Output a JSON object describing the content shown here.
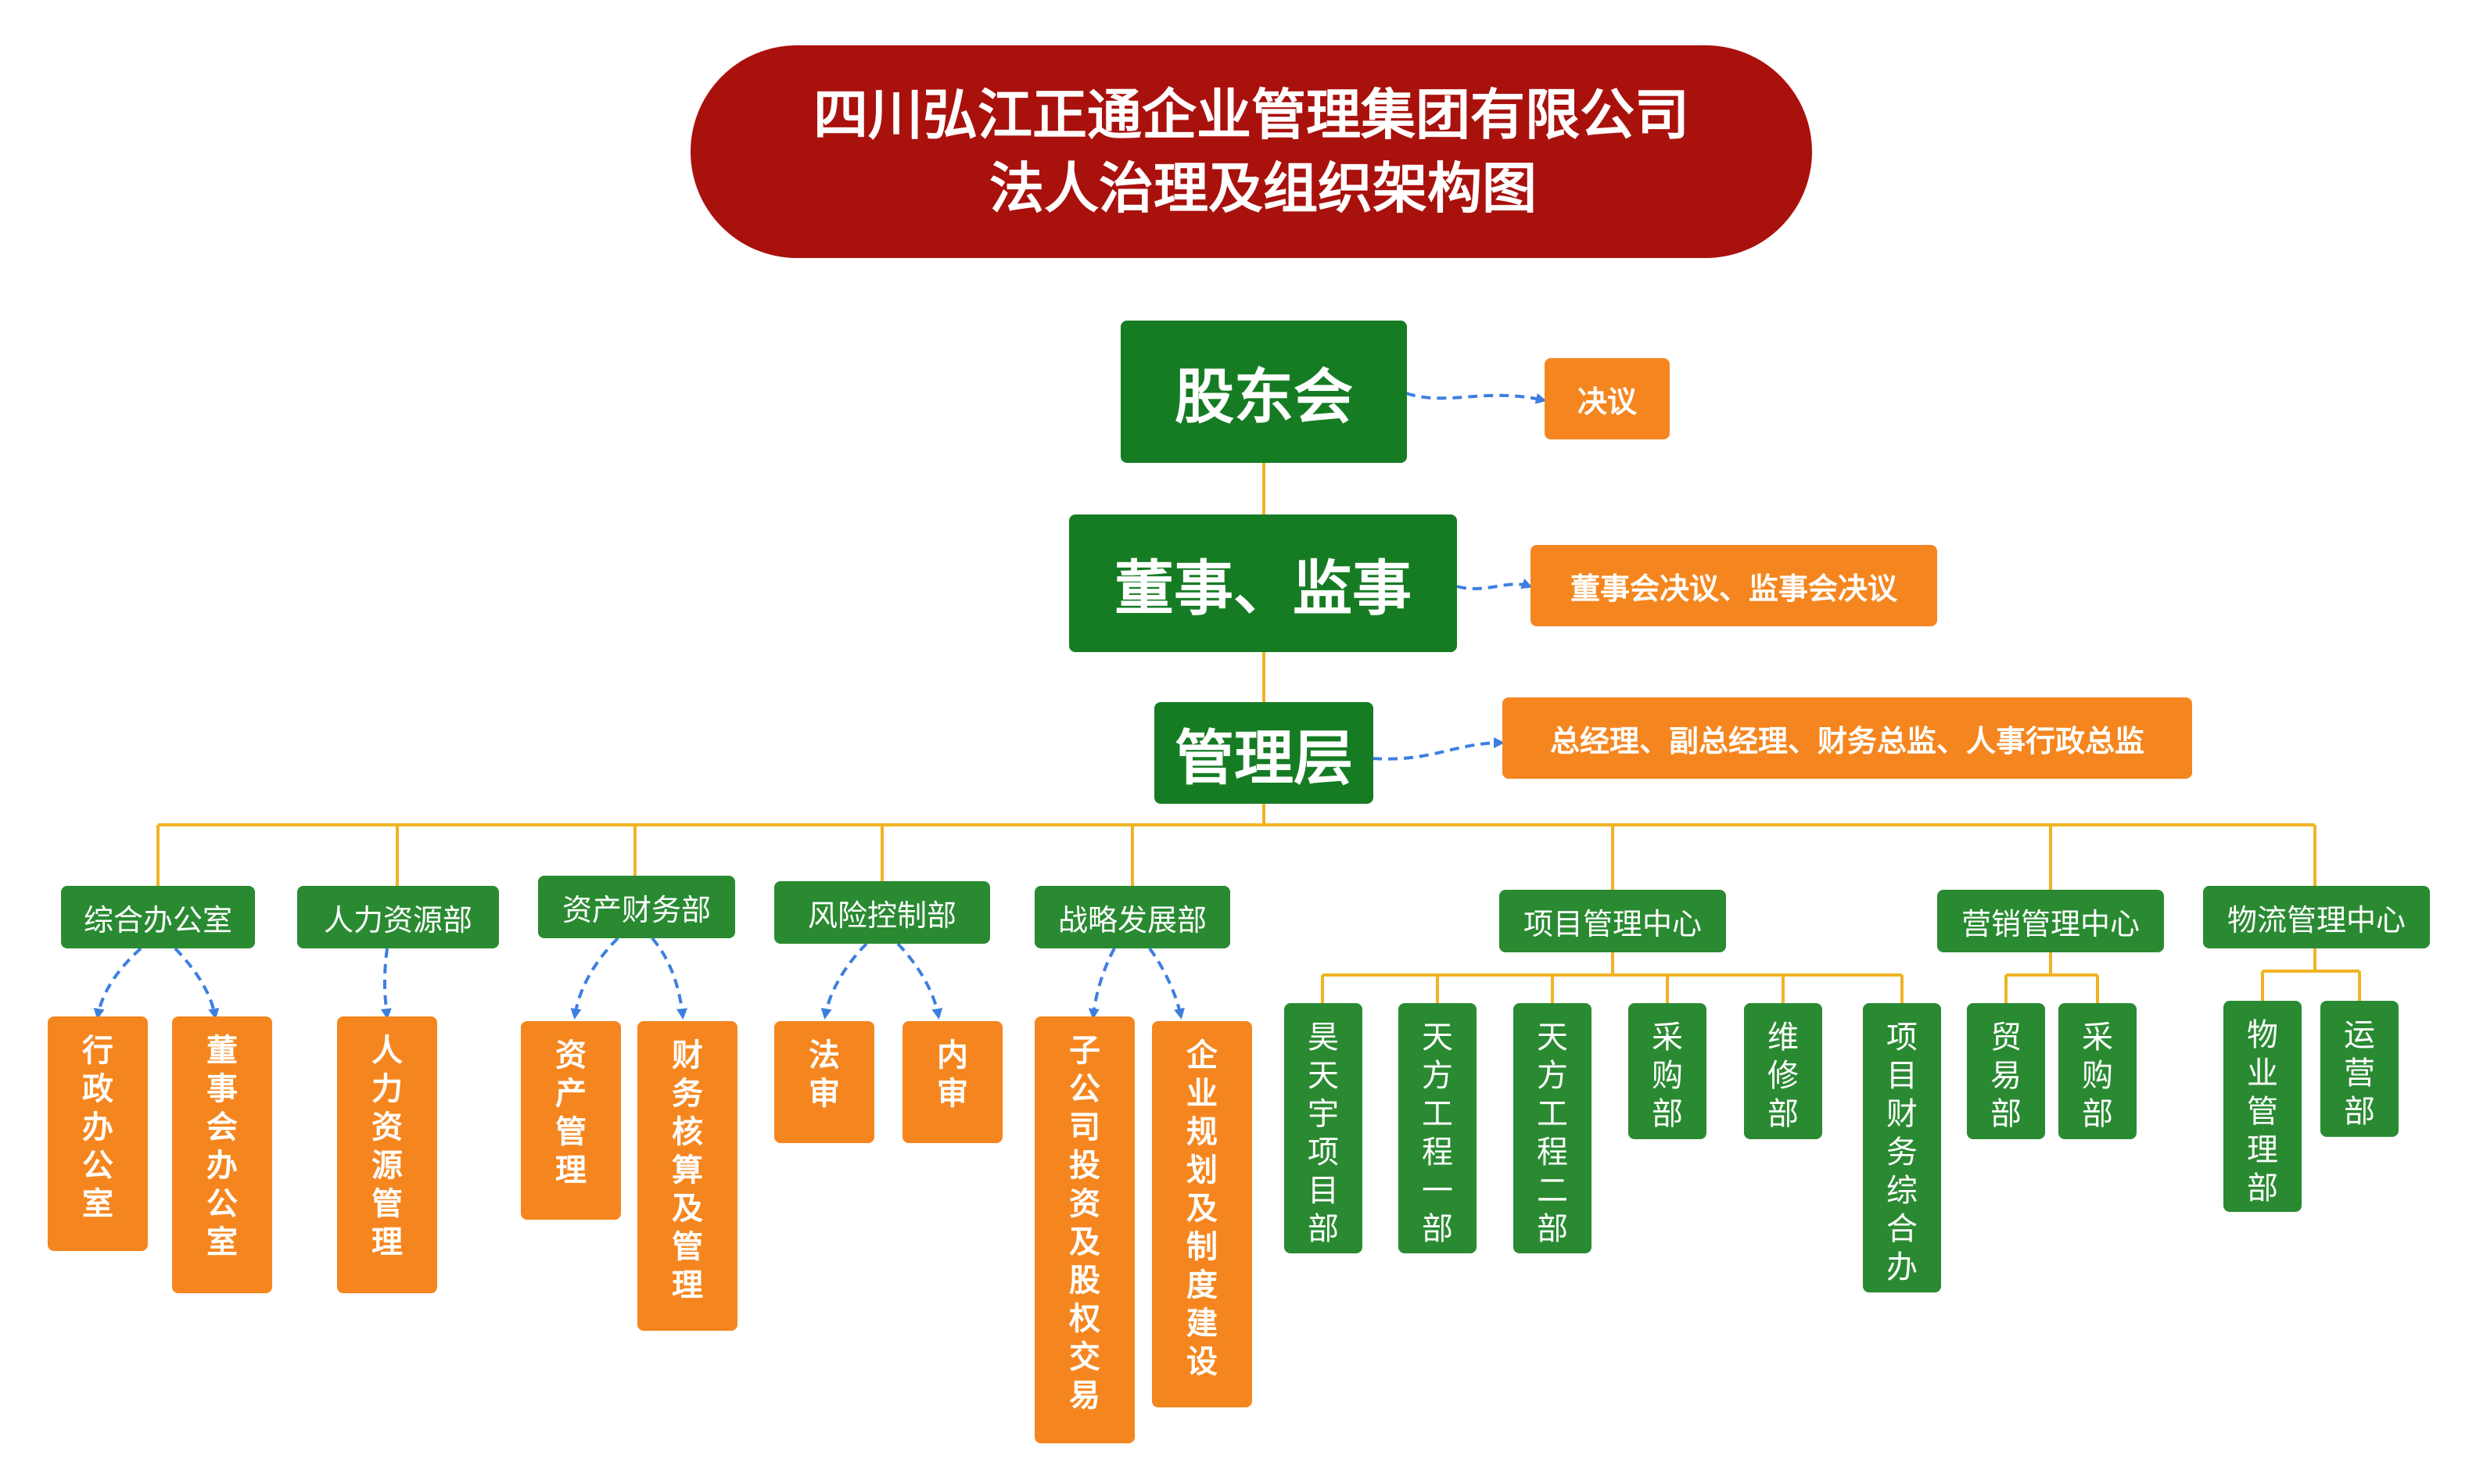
{
  "title": {
    "line1": "四川弘江正通企业管理集团有限公司",
    "line2": "法人治理及组织架构图"
  },
  "governance": {
    "shareholders": "股东会",
    "shareholders_note": "决议",
    "board": "董事、监事",
    "board_note": "董事会决议、监事会决议",
    "management": "管理层",
    "management_note": "总经理、副总经理、财务总监、人事行政总监"
  },
  "departments": [
    {
      "name": "综合办公室",
      "units": [
        "行政办公室",
        "董事会办公室"
      ]
    },
    {
      "name": "人力资源部",
      "units": [
        "人力资源管理"
      ]
    },
    {
      "name": "资产财务部",
      "units": [
        "资产管理",
        "财务核算及管理"
      ]
    },
    {
      "name": "风险控制部",
      "units": [
        "法审",
        "内审"
      ]
    },
    {
      "name": "战略发展部",
      "units": [
        "子公司投资及股权交易",
        "企业规划及制度建设"
      ]
    },
    {
      "name": "项目管理中心",
      "units": [
        "昊天宇项目部",
        "天方工程一部",
        "天方工程二部",
        "采购部",
        "维修部",
        "项目财务综合办"
      ]
    },
    {
      "name": "营销管理中心",
      "units": [
        "贸易部",
        "采购部"
      ]
    },
    {
      "name": "物流管理中心",
      "units": [
        "物业管理部",
        "运营部"
      ]
    }
  ],
  "colors": {
    "title_red": "#a9110d",
    "governance_green": "#167c24",
    "department_green": "#2a8a32",
    "note_orange": "#f5861f",
    "connector_yellow": "#f0b323",
    "arrow_blue": "#3d7fe0"
  }
}
